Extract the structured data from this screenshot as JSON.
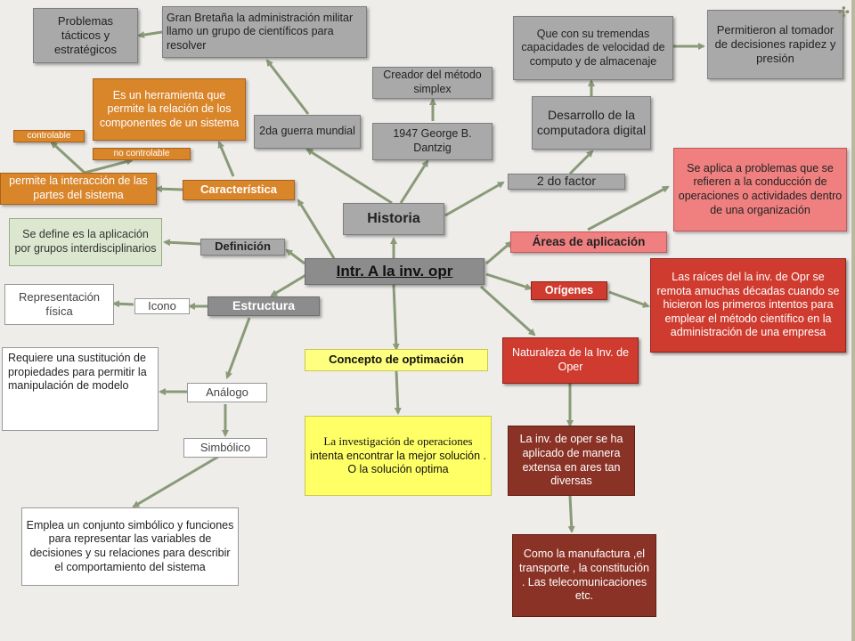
{
  "deco": "✣",
  "nodes": {
    "main": "Intr. A la inv. opr",
    "historia": "Historia",
    "problemas": "Problemas tácticos y estratégicos",
    "gran_bretana": "Gran Bretaña la administración militar llamo un grupo de científicos para resolver",
    "guerra": "2da guerra mundial",
    "dantzig": "1947 George B. Dantzig",
    "creador": "Creador   del método simplex",
    "herramienta": "Es un herramienta que permite la relación de los componentes de un sistema",
    "controlable": "controlable",
    "no_controlable": "no controlable",
    "interaccion": "permite la interacción de las partes del sistema",
    "caracteristica": "Característica",
    "definicion": "Definición",
    "define": "Se define es la aplicación por grupos interdisciplinarios",
    "representacion": "Representación física",
    "icono": "Icono",
    "estructura": "Estructura",
    "requiere": "Requiere una sustitución de propiedades para permitir la manipulación de modelo",
    "analogo": "Análogo",
    "simbolico": "Simbólico",
    "emplea": "Emplea un conjunto simbólico y funciones para representar las variables de decisiones  y su relaciones para describir el comportamiento del sistema",
    "concepto": "Concepto de optimación",
    "investigacion_a": "La investigación de operaciones",
    "investigacion_b": " intenta encontrar la mejor solución . O la solución optima",
    "capacidades": "Que con su tremendas capacidades de velocidad de computo y de almacenaje",
    "permitieron": "Permitieron al tomador de decisiones rapidez y presión",
    "desarrollo": "Desarrollo de la computadora digital",
    "factor": "2 do factor",
    "aplica": "Se  aplica a problemas que se refieren a la conducción de operaciones o actividades dentro de una organización",
    "areas": "Áreas de aplicación",
    "origenes": "Orígenes",
    "raices": "Las raíces del la inv. de Opr se remota  amuchas décadas cuando se hicieron los primeros intentos para emplear el método científico en la administración  de una empresa",
    "naturaleza": "Naturaleza de  la Inv. de Oper",
    "extensa": "La inv. de oper  se ha aplicado  de manera extensa en ares tan diversas",
    "manufactura": "Como la manufactura ,el transporte  , la constitución . Las telecomunicaciones etc."
  },
  "colors": {
    "edge": "#8a9a78",
    "background": "#eeedea"
  }
}
